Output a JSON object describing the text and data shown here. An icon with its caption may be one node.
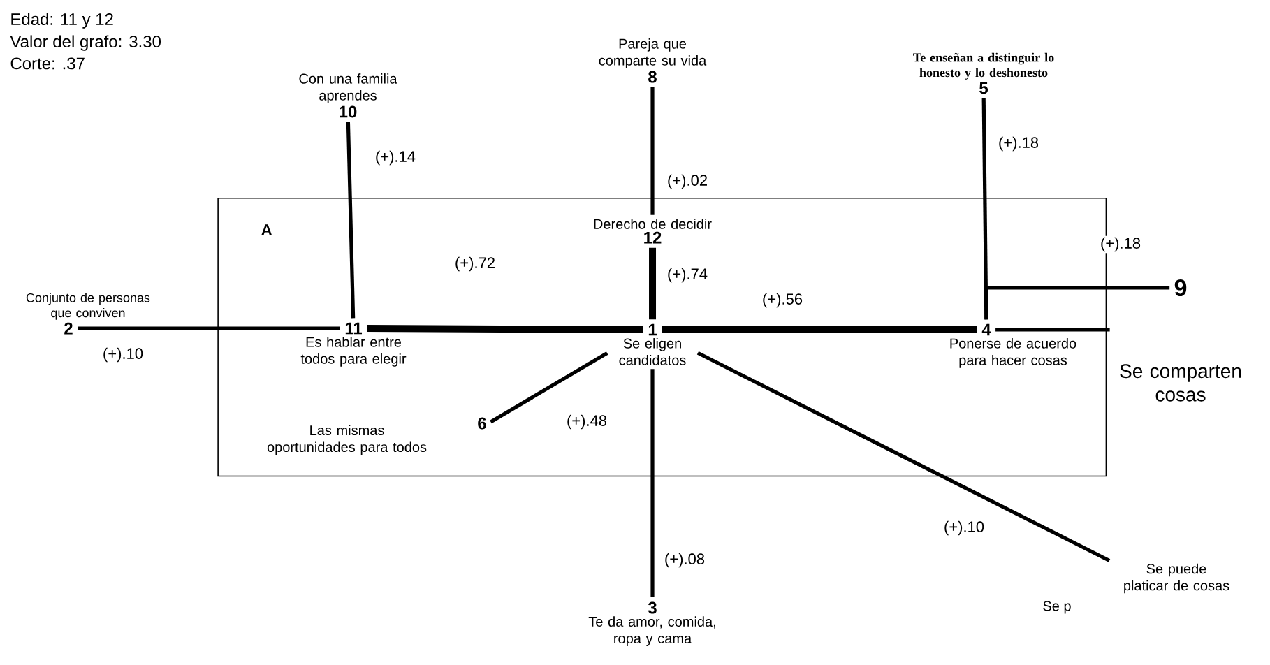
{
  "diagram": {
    "nodes": [
      {
        "text": [
          "A"
        ]
      },
      {
        "text": [
          "Con una familia aprendes",
          "10"
        ]
      },
      {
        "text": [
          "Pareja que comparte su vida",
          "8"
        ]
      },
      {
        "text": [
          "Te enseñan a distinguir lo honesto y lo deshonesto",
          "5"
        ]
      },
      {
        "text": [
          "Derecho de decidir",
          "12"
        ],
        "in": 0
      },
      {
        "text": [
          "Conjunto de personas que conviven",
          "2"
        ]
      },
      {
        "text": [
          "11",
          "Es hablar entre todos para elegir"
        ],
        "in": 0
      },
      {
        "text": [
          "1",
          "Se eligen candidatos"
        ],
        "in": 0
      },
      {
        "text": [
          "4",
          "Ponerse de acuerdo para hacer cosas"
        ],
        "in": 0
      },
      {
        "text": [
          "9"
        ]
      },
      {
        "text": [
          "Se comparten cosas"
        ]
      },
      {
        "text": [
          "Las mismas oportunidades para todos",
          "6"
        ],
        "in": 0
      },
      {
        "text": [
          "Se puede platicar de cosas"
        ]
      },
      {
        "text": [
          "3",
          "Te da amor, comida, ropa y cama"
        ]
      }
    ],
    "edges": [
      {
        "from": 1,
        "to": 6,
        "arrow": "none",
        "label": "(+).14"
      },
      {
        "from": 2,
        "to": 4,
        "arrow": "none",
        "label": "(+).02"
      },
      {
        "from": 3,
        "to": 8,
        "arrow": "none",
        "label": "(+).18"
      },
      {
        "from": 6,
        "to": 7,
        "arrow": "none",
        "label": "(+).72",
        "style": "thick"
      },
      {
        "from": 4,
        "to": 7,
        "arrow": "none",
        "label": "(+).74",
        "style": "thick"
      },
      {
        "from": 7,
        "to": 8,
        "arrow": "none",
        "label": "(+).56",
        "style": "thick"
      },
      {
        "from": 8,
        "to": 9,
        "arrow": "none",
        "label": "(+).18"
      },
      {
        "from": 5,
        "to": 6,
        "arrow": "none",
        "label": "(+).10"
      },
      {
        "from": 8,
        "to": 10,
        "arrow": "none"
      },
      {
        "from": 11,
        "to": 7,
        "arrow": "none",
        "label": "(+).48"
      },
      {
        "from": 7,
        "to": 12,
        "arrow": "none",
        "label": "(+).10"
      },
      {
        "from": 7,
        "to": 13,
        "arrow": "none",
        "label": "(+).08"
      }
    ],
    "labels": [
      "Edad: 11 y 12",
      "Valor del grafo: 3.30",
      "Corte: .37",
      "Se p"
    ]
  }
}
